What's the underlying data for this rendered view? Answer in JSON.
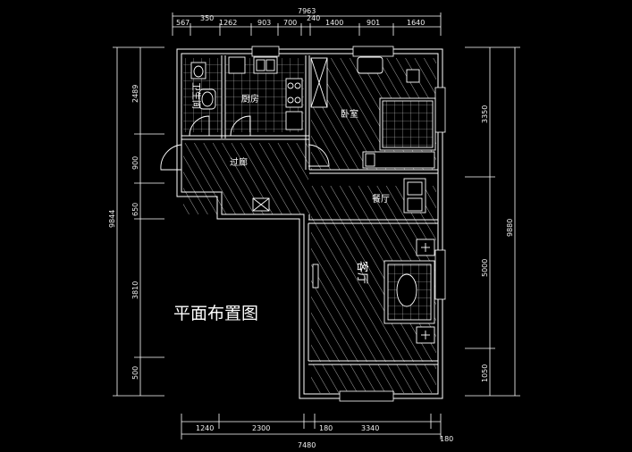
{
  "drawing": {
    "title": "平面布置图",
    "background": "#000000",
    "line_color": "#ffffff"
  },
  "dimensions": {
    "top_total": "7963",
    "top_segments": [
      "567",
      "350",
      "1262",
      "903",
      "700",
      "240",
      "1400",
      "901",
      "1640"
    ],
    "bottom_total": "7480",
    "bottom_segments": [
      "1240",
      "2300",
      "180",
      "3340"
    ],
    "bottom_extra": "180",
    "left_total": "9844",
    "left_segments": [
      "2489",
      "900",
      "650",
      "3810",
      "500"
    ],
    "right_total": "9880",
    "right_segments": [
      "3350",
      "5000",
      "1050"
    ]
  },
  "rooms": {
    "bathroom": "卫生间",
    "kitchen": "厨房",
    "bedroom": "卧室",
    "corridor": "过廊",
    "dining": "餐厅",
    "living": "客厅"
  }
}
